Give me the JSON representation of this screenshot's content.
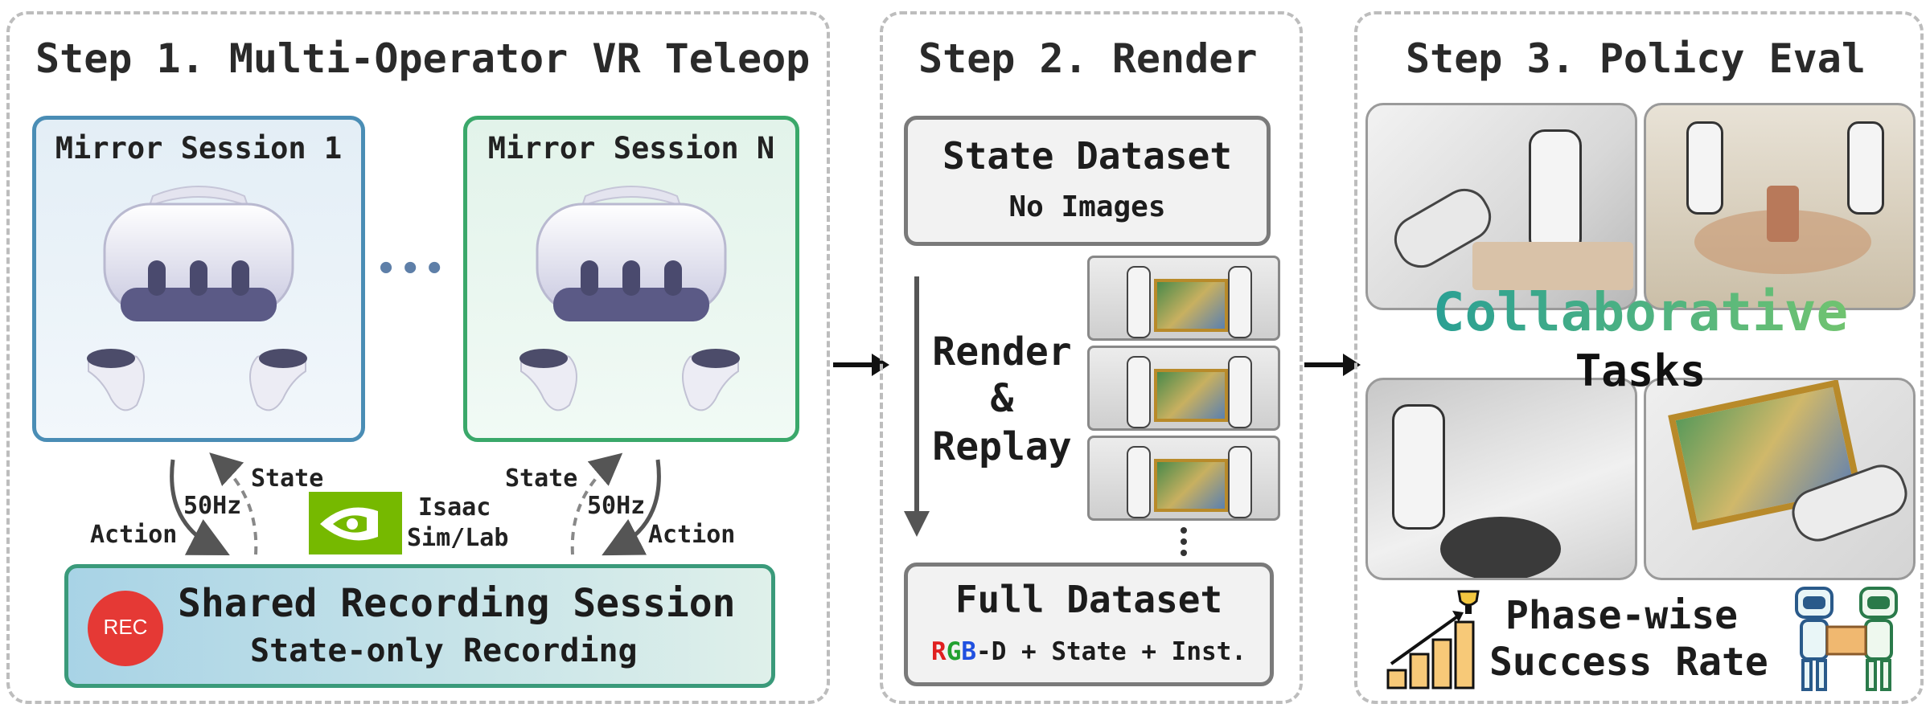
{
  "step1": {
    "title": "Step 1. Multi-Operator VR Teleop",
    "session_left": "Mirror Session 1",
    "session_right": "Mirror Session N",
    "ellipsis": "•••",
    "left_flow": {
      "state": "State",
      "rate": "50Hz",
      "action": "Action"
    },
    "right_flow": {
      "state": "State",
      "rate": "50Hz",
      "action": "Action"
    },
    "isaac": {
      "line1": "Isaac",
      "line2": "Sim/Lab"
    },
    "recording": {
      "rec_badge": "REC",
      "title": "Shared Recording Session",
      "subtitle": "State-only Recording"
    }
  },
  "step2": {
    "title": "Step 2. Render",
    "state_dataset": {
      "title": "State Dataset",
      "subtitle": "No Images"
    },
    "render_label": {
      "line1": "Render",
      "line2": "&",
      "line3": "Replay"
    },
    "full_dataset": {
      "title": "Full Dataset",
      "r": "R",
      "g": "G",
      "b": "B",
      "rest": "-D + State + Inst."
    }
  },
  "step3": {
    "title": "Step 3. Policy Eval",
    "collab_word": "Collaborative",
    "tasks_word": "Tasks",
    "phase_line1": "Phase-wise",
    "phase_line2": "Success Rate"
  },
  "colors": {
    "session_left_border": "#4a8db5",
    "session_right_border": "#3aa86a",
    "recording_border": "#3a9a7a",
    "rec_red": "#e53935",
    "nvidia_green": "#76b900",
    "collab_start": "#1e9a9a",
    "collab_end": "#7cc96a"
  }
}
